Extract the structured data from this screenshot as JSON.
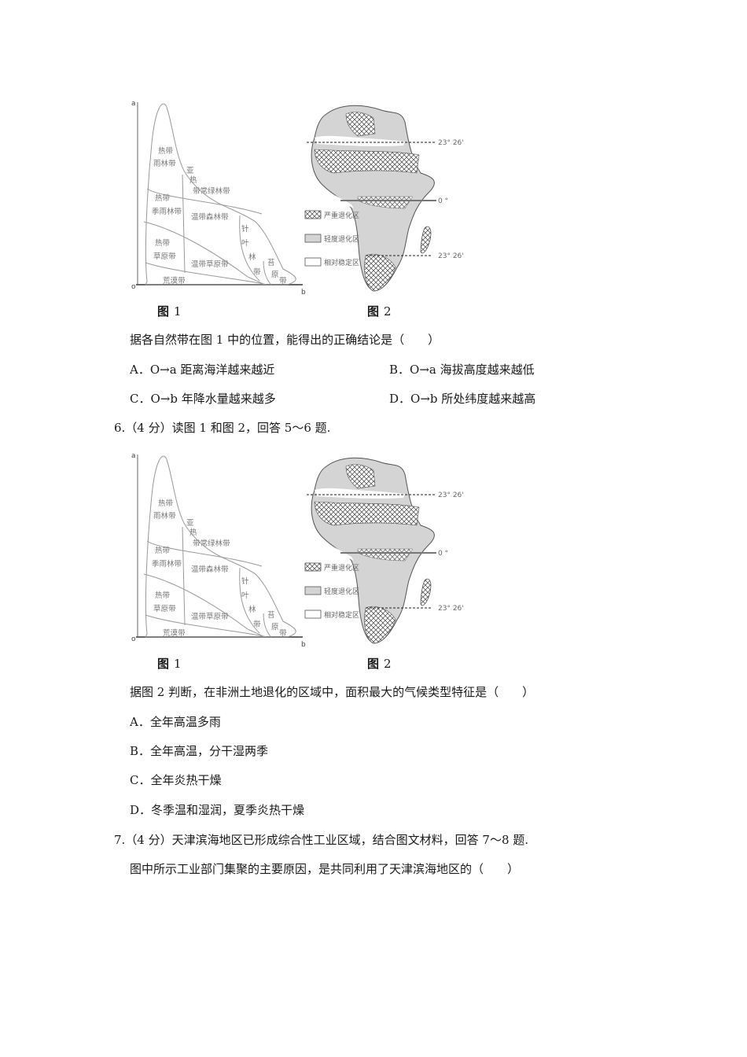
{
  "figure_block_1": {
    "fig1": {
      "caption": "图",
      "caption_num": "1",
      "axis_a": "a",
      "axis_o": "o",
      "axis_b": "b",
      "zones": {
        "tropical_rainforest_1": "热带",
        "tropical_rainforest_2": "雨林带",
        "subtropical_1": "亚",
        "subtropical_2": "热",
        "subtropical_3": "带常绿林带",
        "tropical_monsoon_1": "热带",
        "tropical_monsoon_2": "季雨林带",
        "temperate_forest": "温带森林带",
        "tropical_savanna_1": "热带",
        "tropical_savanna_2": "草原带",
        "temperate_grassland": "温带草原带",
        "coniferous_1": "针",
        "coniferous_2": "叶",
        "coniferous_3": "林",
        "coniferous_4": "带",
        "tundra_1": "苔",
        "tundra_2": "原",
        "tundra_3": "带",
        "desert": "荒漠带"
      }
    },
    "fig2": {
      "caption": "图",
      "caption_num": "2",
      "lat_north": "23° 26'",
      "lat_equator": "0 °",
      "lat_south": "23° 26'",
      "legend": {
        "severe": "严重退化区",
        "light": "轻度退化区",
        "stable": "相对稳定区"
      }
    }
  },
  "question_5": {
    "stem": "据各自然带在图 1 中的位置，能得出的正确结论是（　　）",
    "options": {
      "A": "A．O→a 距离海洋越来越近",
      "B": "B．O→a 海拔高度越来越低",
      "C": "C．O→b 年降水量越来越多",
      "D": "D．O→b 所处纬度越来越高"
    }
  },
  "question_6": {
    "header": "6.（4 分）读图 1 和图 2，回答 5～6 题.",
    "stem": "据图 2 判断，在非洲土地退化的区域中，面积最大的气候类型特征是（　　）",
    "options": {
      "A": "A．全年高温多雨",
      "B": "B．全年高温，分干湿两季",
      "C": "C．全年炎热干燥",
      "D": "D．冬季温和湿润，夏季炎热干燥"
    }
  },
  "question_7": {
    "header": "7.（4 分）天津滨海地区已形成综合性工业区域，结合图文材料，回答 7～8 题.",
    "stem": "图中所示工业部门集聚的主要原因，是共同利用了天津滨海地区的（　　）"
  },
  "colors": {
    "text": "#1a1a1a",
    "diagram_line": "#888888",
    "map_fill_light": "#d4d4d4",
    "map_outline": "#555555"
  }
}
